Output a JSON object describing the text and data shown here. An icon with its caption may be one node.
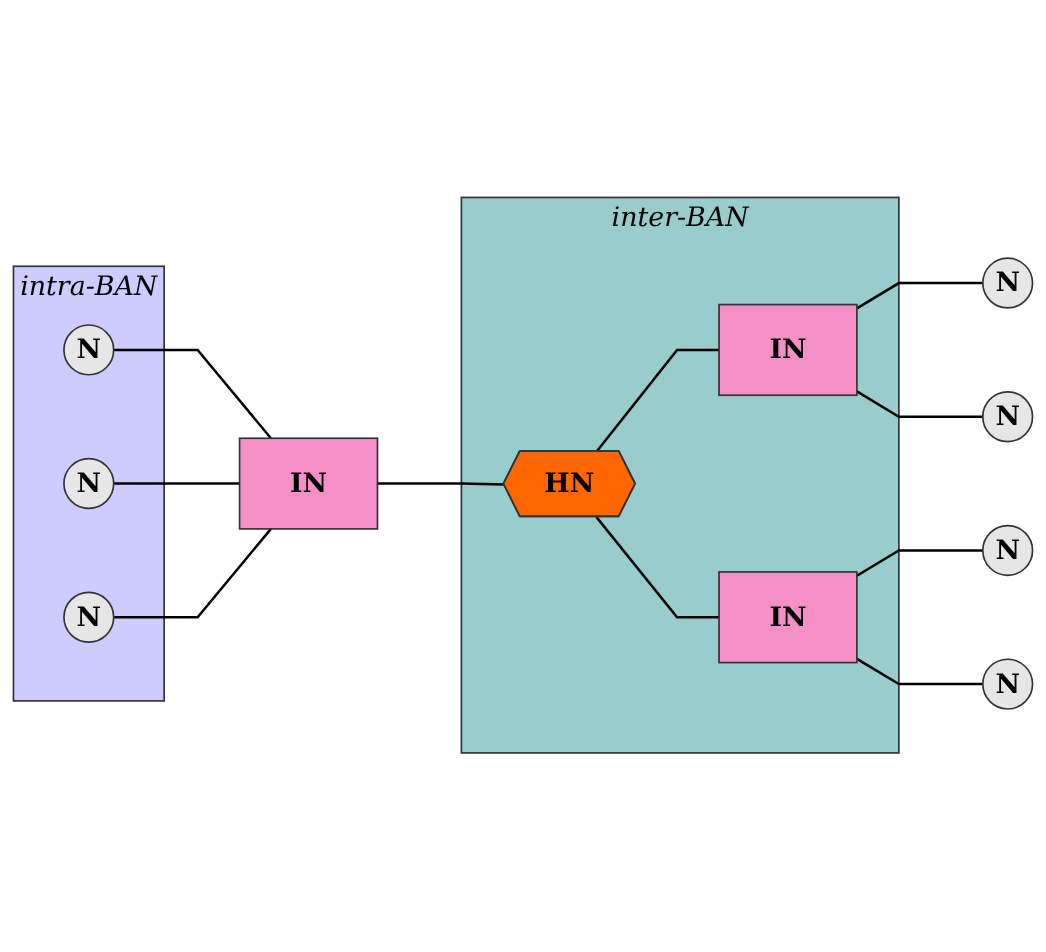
{
  "diagram": {
    "nodes": [
      {
        "text": [
          "intra-BAN"
        ]
      },
      {
        "text": [
          "N"
        ],
        "in": 0
      },
      {
        "text": [
          "N"
        ],
        "in": 0
      },
      {
        "text": [
          "N"
        ],
        "in": 0
      },
      {
        "text": [
          "IN"
        ]
      },
      {
        "text": [
          "N"
        ]
      },
      {
        "text": [
          "IN"
        ],
        "in": 10
      },
      {
        "text": [
          "N"
        ]
      },
      {
        "text": [
          "HN"
        ],
        "in": 10
      },
      {
        "text": [
          "IN"
        ],
        "in": 10
      },
      {
        "text": [
          "inter-BAN"
        ]
      },
      {
        "text": [
          "N"
        ]
      },
      {
        "text": [
          "N"
        ]
      }
    ],
    "edges": [
      {
        "from": 1,
        "to": 4,
        "arrow": "none"
      },
      {
        "from": 2,
        "to": 4,
        "arrow": "none"
      },
      {
        "from": 3,
        "to": 4,
        "arrow": "none"
      },
      {
        "from": 4,
        "to": 8,
        "arrow": "none"
      },
      {
        "from": 8,
        "to": 6,
        "arrow": "none"
      },
      {
        "from": 6,
        "to": 5,
        "arrow": "none"
      },
      {
        "from": 6,
        "to": 7,
        "arrow": "none"
      },
      {
        "from": 8,
        "to": 9,
        "arrow": "none"
      },
      {
        "from": 9,
        "to": 11,
        "arrow": "none"
      },
      {
        "from": 9,
        "to": 12,
        "arrow": "none"
      }
    ]
  }
}
